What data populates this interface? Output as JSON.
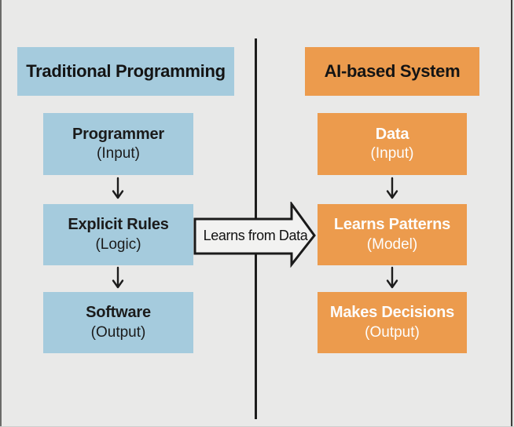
{
  "canvas": {
    "background_color": "#e9e9e8",
    "divider_color": "#1c1c1c"
  },
  "left_column": {
    "header": "Traditional Programming",
    "box_color": "#a5cbdd",
    "text_color": "#1b1b1b",
    "boxes": [
      {
        "title": "Programmer",
        "subtitle": "(Input)"
      },
      {
        "title": "Explicit Rules",
        "subtitle": "(Logic)"
      },
      {
        "title": "Software",
        "subtitle": "(Output)"
      }
    ]
  },
  "right_column": {
    "header": "AI-based System",
    "box_color": "#ec9b4d",
    "text_color": "#fdfdfd",
    "boxes": [
      {
        "title": "Data",
        "subtitle": "(Input)"
      },
      {
        "title": "Learns Patterns",
        "subtitle": "(Model)"
      },
      {
        "title": "Makes Decisions",
        "subtitle": "(Output)"
      }
    ]
  },
  "connector": {
    "label": "Learns from Data",
    "fill_color": "#f2f2f1",
    "outline_color": "#1a1a1a"
  },
  "icons": {
    "down_arrow": "down-arrow"
  }
}
